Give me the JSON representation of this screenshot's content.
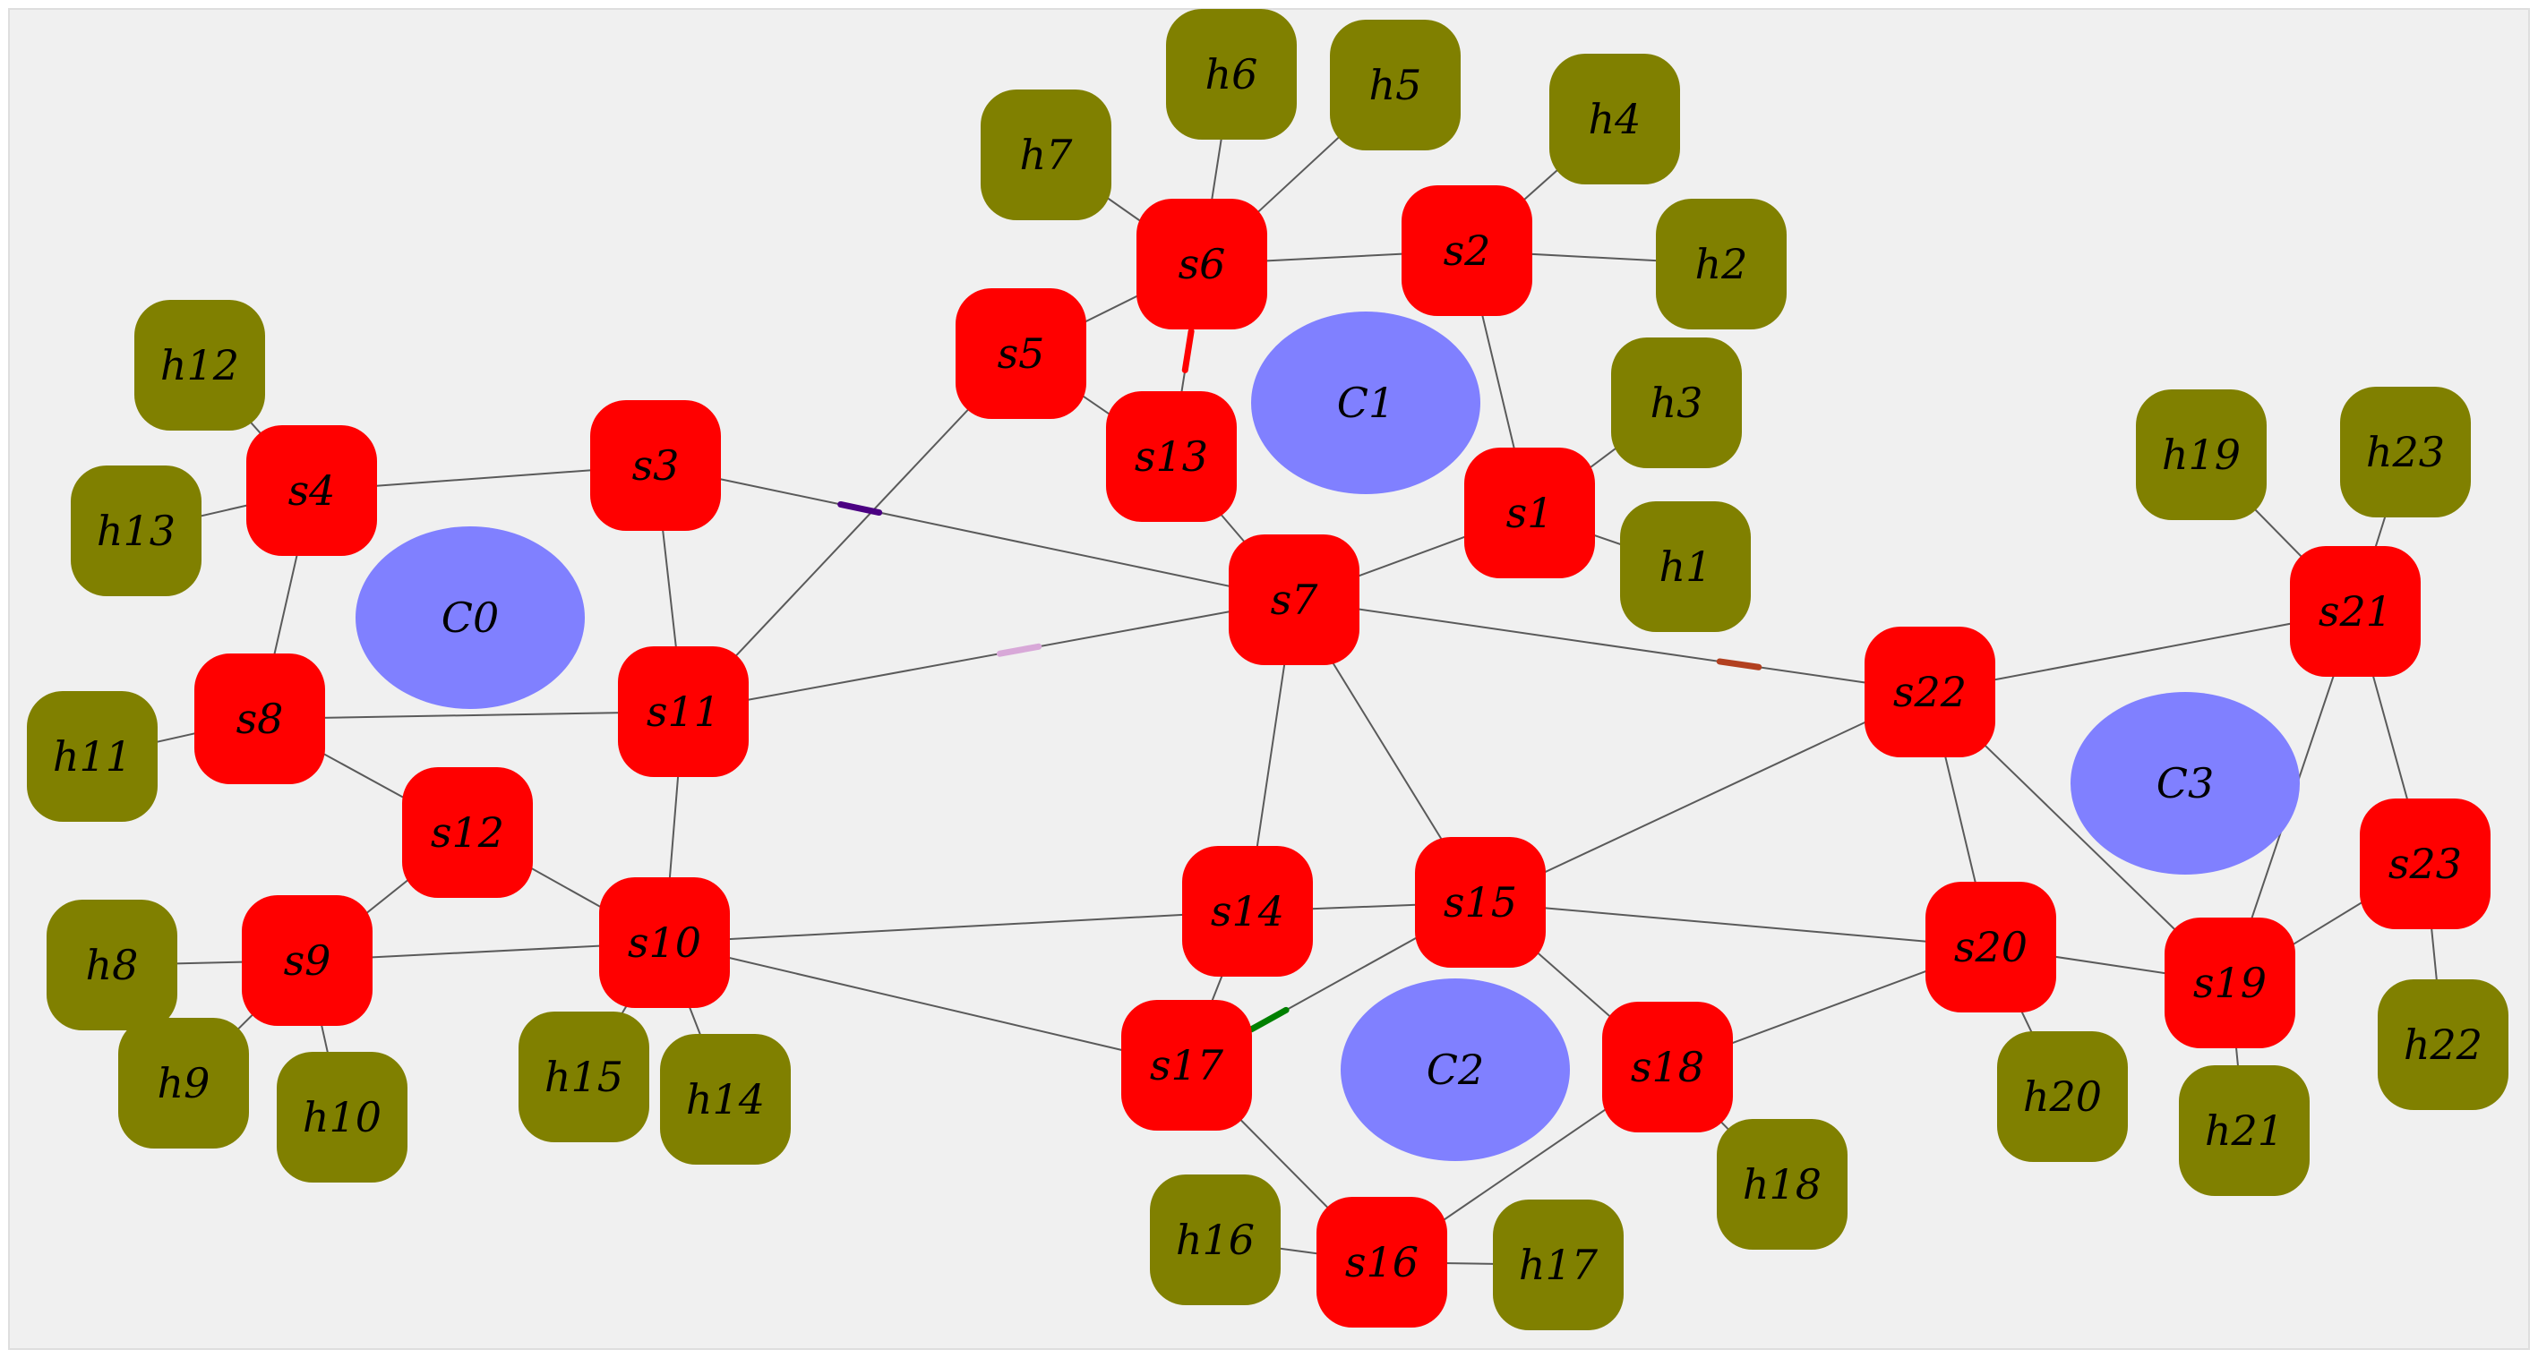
{
  "colors": {
    "background": "#f0f0f0",
    "border": "#dedede",
    "switch": "#ff0000",
    "host": "#808000",
    "controller": "#8080ff",
    "link": "#5a5a5a"
  },
  "controllers": [
    {
      "id": "C0",
      "label": "C0"
    },
    {
      "id": "C1",
      "label": "C1"
    },
    {
      "id": "C2",
      "label": "C2"
    },
    {
      "id": "C3",
      "label": "C3"
    }
  ],
  "switches": [
    {
      "id": "s1",
      "label": "s1"
    },
    {
      "id": "s2",
      "label": "s2"
    },
    {
      "id": "s3",
      "label": "s3"
    },
    {
      "id": "s4",
      "label": "s4"
    },
    {
      "id": "s5",
      "label": "s5"
    },
    {
      "id": "s6",
      "label": "s6"
    },
    {
      "id": "s7",
      "label": "s7"
    },
    {
      "id": "s8",
      "label": "s8"
    },
    {
      "id": "s9",
      "label": "s9"
    },
    {
      "id": "s10",
      "label": "s10"
    },
    {
      "id": "s11",
      "label": "s11"
    },
    {
      "id": "s12",
      "label": "s12"
    },
    {
      "id": "s13",
      "label": "s13"
    },
    {
      "id": "s14",
      "label": "s14"
    },
    {
      "id": "s15",
      "label": "s15"
    },
    {
      "id": "s16",
      "label": "s16"
    },
    {
      "id": "s17",
      "label": "s17"
    },
    {
      "id": "s18",
      "label": "s18"
    },
    {
      "id": "s19",
      "label": "s19"
    },
    {
      "id": "s20",
      "label": "s20"
    },
    {
      "id": "s21",
      "label": "s21"
    },
    {
      "id": "s22",
      "label": "s22"
    },
    {
      "id": "s23",
      "label": "s23"
    }
  ],
  "hosts": [
    {
      "id": "h1",
      "label": "h1"
    },
    {
      "id": "h2",
      "label": "h2"
    },
    {
      "id": "h3",
      "label": "h3"
    },
    {
      "id": "h4",
      "label": "h4"
    },
    {
      "id": "h5",
      "label": "h5"
    },
    {
      "id": "h6",
      "label": "h6"
    },
    {
      "id": "h7",
      "label": "h7"
    },
    {
      "id": "h8",
      "label": "h8"
    },
    {
      "id": "h9",
      "label": "h9"
    },
    {
      "id": "h10",
      "label": "h10"
    },
    {
      "id": "h11",
      "label": "h11"
    },
    {
      "id": "h12",
      "label": "h12"
    },
    {
      "id": "h13",
      "label": "h13"
    },
    {
      "id": "h14",
      "label": "h14"
    },
    {
      "id": "h15",
      "label": "h15"
    },
    {
      "id": "h16",
      "label": "h16"
    },
    {
      "id": "h17",
      "label": "h17"
    },
    {
      "id": "h18",
      "label": "h18"
    },
    {
      "id": "h19",
      "label": "h19"
    },
    {
      "id": "h20",
      "label": "h20"
    },
    {
      "id": "h21",
      "label": "h21"
    },
    {
      "id": "h22",
      "label": "h22"
    },
    {
      "id": "h23",
      "label": "h23"
    }
  ],
  "links": [
    [
      "s4",
      "s3"
    ],
    [
      "s4",
      "s8"
    ],
    [
      "s4",
      "h12"
    ],
    [
      "s4",
      "h13"
    ],
    [
      "s3",
      "s11"
    ],
    [
      "s3",
      "s7"
    ],
    [
      "s8",
      "s11"
    ],
    [
      "s8",
      "h11"
    ],
    [
      "s8",
      "s12"
    ],
    [
      "s11",
      "s10"
    ],
    [
      "s11",
      "s5"
    ],
    [
      "s11",
      "s7"
    ],
    [
      "s12",
      "s9"
    ],
    [
      "s12",
      "s10"
    ],
    [
      "s9",
      "s10"
    ],
    [
      "s9",
      "h8"
    ],
    [
      "s9",
      "h9"
    ],
    [
      "s9",
      "h10"
    ],
    [
      "s10",
      "h15"
    ],
    [
      "s10",
      "h14"
    ],
    [
      "s10",
      "s14"
    ],
    [
      "s10",
      "s17"
    ],
    [
      "s5",
      "s6"
    ],
    [
      "s5",
      "s13"
    ],
    [
      "s6",
      "h7"
    ],
    [
      "s6",
      "h6"
    ],
    [
      "s6",
      "h5"
    ],
    [
      "s6",
      "s2"
    ],
    [
      "s6",
      "s13"
    ],
    [
      "s2",
      "h4"
    ],
    [
      "s2",
      "h2"
    ],
    [
      "s2",
      "s1"
    ],
    [
      "s1",
      "h3"
    ],
    [
      "s1",
      "h1"
    ],
    [
      "s1",
      "s7"
    ],
    [
      "s13",
      "s7"
    ],
    [
      "s7",
      "s14"
    ],
    [
      "s7",
      "s15"
    ],
    [
      "s7",
      "s22"
    ],
    [
      "s14",
      "s15"
    ],
    [
      "s14",
      "s17"
    ],
    [
      "s15",
      "s17"
    ],
    [
      "s15",
      "s18"
    ],
    [
      "s15",
      "s20"
    ],
    [
      "s15",
      "s22"
    ],
    [
      "s17",
      "s16"
    ],
    [
      "s16",
      "h16"
    ],
    [
      "s16",
      "h17"
    ],
    [
      "s16",
      "s18"
    ],
    [
      "s18",
      "h18"
    ],
    [
      "s18",
      "s20"
    ],
    [
      "s20",
      "h20"
    ],
    [
      "s20",
      "s19"
    ],
    [
      "s20",
      "s22"
    ],
    [
      "s22",
      "s21"
    ],
    [
      "s22",
      "s19"
    ],
    [
      "s21",
      "h19"
    ],
    [
      "s21",
      "h23"
    ],
    [
      "s21",
      "s23"
    ],
    [
      "s21",
      "s19"
    ],
    [
      "s23",
      "s19"
    ],
    [
      "s23",
      "h22"
    ],
    [
      "s19",
      "h21"
    ]
  ],
  "link_markers": [
    {
      "link": [
        "s6",
        "s13"
      ],
      "t": 0.45,
      "color": "#ff0000"
    },
    {
      "link": [
        "s3",
        "s7"
      ],
      "t": 0.32,
      "color": "#4b0082"
    },
    {
      "link": [
        "s11",
        "s7"
      ],
      "t": 0.55,
      "color": "#d8a8d8"
    },
    {
      "link": [
        "s7",
        "s22"
      ],
      "t": 0.7,
      "color": "#b24020"
    },
    {
      "link": [
        "s15",
        "s17"
      ],
      "t": 0.72,
      "color": "#008000"
    }
  ]
}
